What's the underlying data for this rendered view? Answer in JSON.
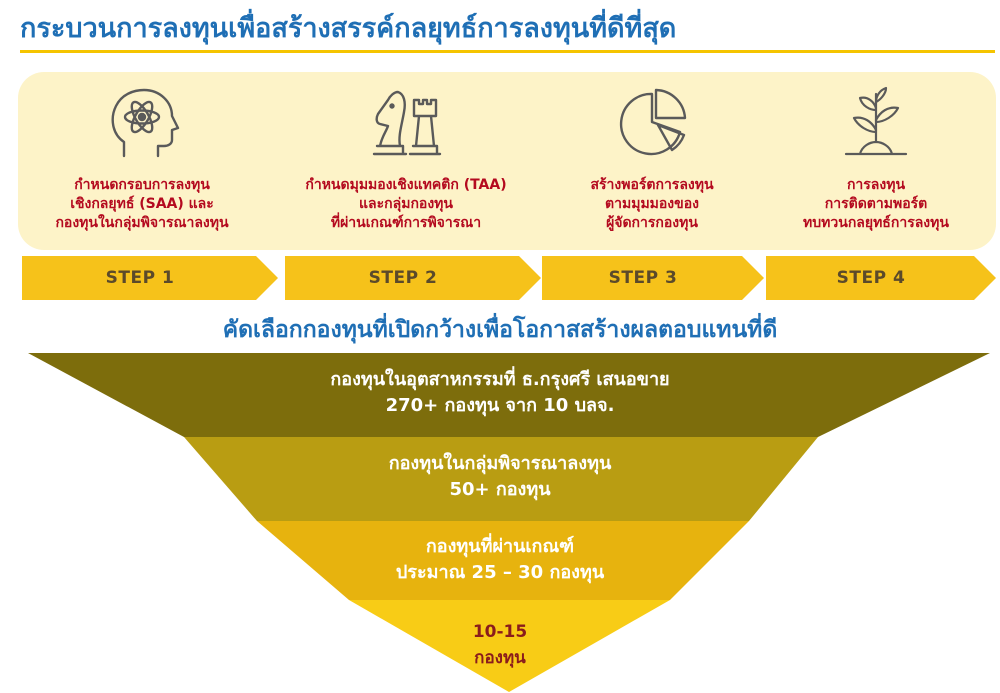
{
  "header": {
    "title": "กระบวนการลงทุนเพื่อสร้างสรรค์กลยุทธ์การลงทุนที่ดีที่สุด"
  },
  "steps": [
    {
      "icon": "brain-atom-icon",
      "lines": [
        "กำหนดกรอบการลงทุน",
        "เชิงกลยุทธ์ (SAA) และ",
        "กองทุนในกลุ่มพิจารณาลงทุน"
      ],
      "label": "STEP 1"
    },
    {
      "icon": "chess-pieces-icon",
      "lines": [
        "กำหนดมุมมองเชิงแทคติก (TAA)",
        "และกลุ่มกองทุน",
        "ที่ผ่านเกณฑ์การพิจารณา"
      ],
      "label": "STEP 2"
    },
    {
      "icon": "pie-chart-icon",
      "lines": [
        "สร้างพอร์ตการลงทุน",
        "ตามมุมมองของ",
        "ผู้จัดการกองทุน"
      ],
      "label": "STEP 3"
    },
    {
      "icon": "plant-growth-icon",
      "lines": [
        "การลงทุน",
        "การติดตามพอร์ต",
        "ทบทวนกลยุทธ์การลงทุน"
      ],
      "label": "STEP 4"
    }
  ],
  "subtitle": "คัดเลือกกองทุนที่เปิดกว้างเพื่อโอกาสสร้างผลตอบแทนที่ดี",
  "funnel": {
    "tiers": [
      {
        "lines": [
          "กองทุนในอุตสาหกรรมที่ ธ.กรุงศรี เสนอขาย",
          "270+ กองทุน จาก 10 บลจ."
        ],
        "color": "#7d6d0c"
      },
      {
        "lines": [
          "กองทุนในกลุ่มพิจารณาลงทุน",
          "50+ กองทุน"
        ],
        "color": "#b99d12"
      },
      {
        "lines": [
          "กองทุนที่ผ่านเกณฑ์",
          "ประมาณ 25 – 30 กองทุน"
        ],
        "color": "#e7b30e"
      },
      {
        "lines": [
          "10-15",
          "กองทุน"
        ],
        "color": "#f8cc16"
      }
    ]
  },
  "colors": {
    "title": "#1f6fb5",
    "rule": "#f5c400",
    "panel": "#fdf3c8",
    "step_text": "#b40a1f",
    "arrow": "#f6c21a",
    "arrow_text": "#5b4a2a"
  }
}
